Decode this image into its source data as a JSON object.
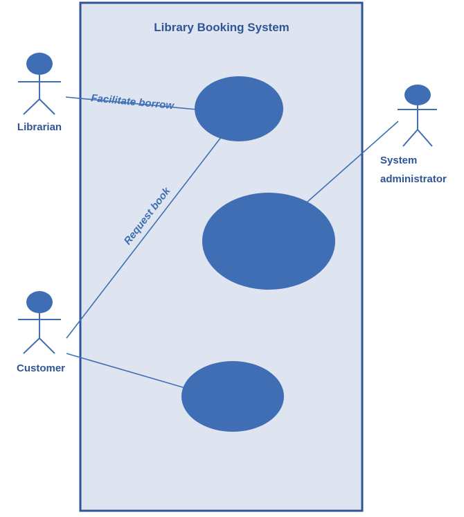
{
  "system": {
    "title": "Library Booking System"
  },
  "actors": {
    "librarian": "Librarian",
    "customer": "Customer",
    "admin_line1": "System",
    "admin_line2": "administrator"
  },
  "associations": {
    "facilitate_borrow": "Facilitate borrow",
    "request_book": "Request book"
  },
  "colors": {
    "primary": "#3f6eb4",
    "boundary_fill": "#dee5f0",
    "boundary_stroke": "#2f5597",
    "text": "#2f5597"
  }
}
